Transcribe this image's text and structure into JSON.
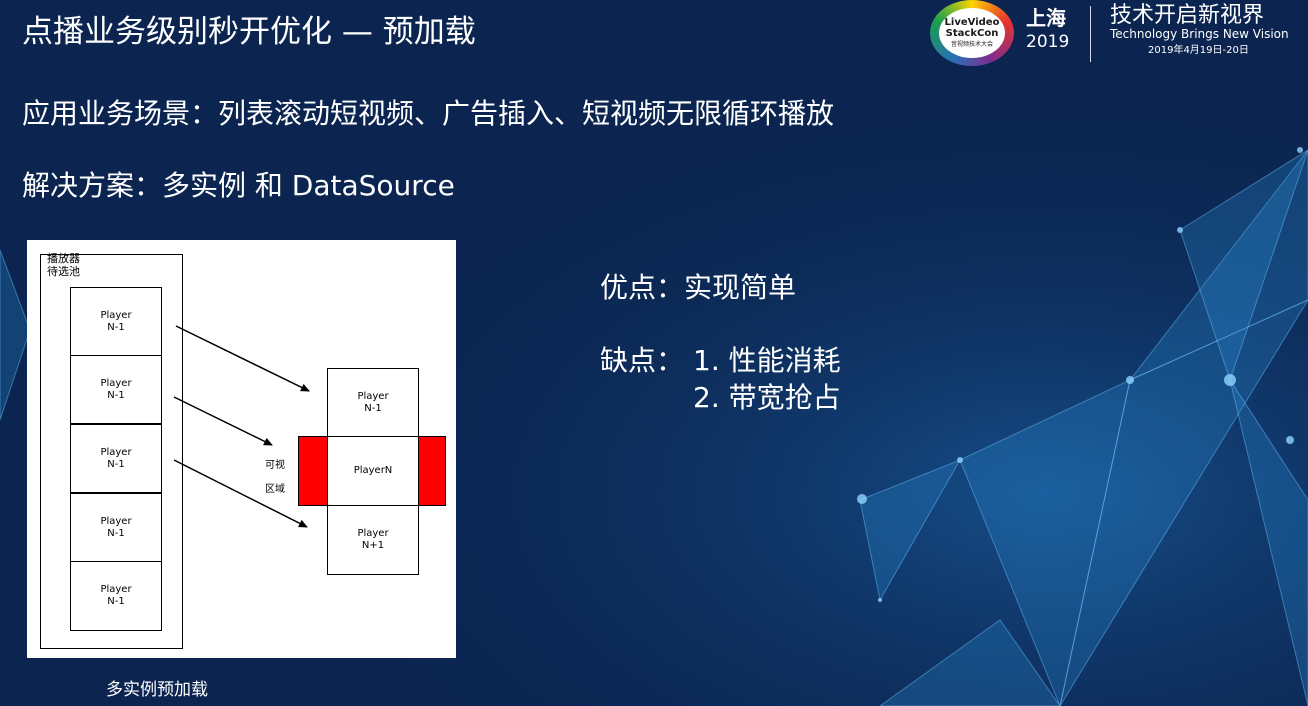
{
  "slide": {
    "title": "点播业务级别秒开优化 — 预加载",
    "scenario": "应用业务场景：列表滚动短视频、广告插入、短视频无限循环播放",
    "solution": "解决方案：多实例  和  DataSource"
  },
  "logo": {
    "line1": "LiveVideo",
    "line2": "StackCon",
    "line3": "音视频技术大会",
    "city": "上海",
    "year": "2019",
    "slogan_cn": "技术开启新视界",
    "slogan_en": "Technology Brings New Vision",
    "date": "2019年4月19日-20日"
  },
  "diagram": {
    "pool_label_1": "播放器",
    "pool_label_2": "待选池",
    "pool_players": [
      {
        "l1": "Player",
        "l2": "N-1"
      },
      {
        "l1": "Player",
        "l2": "N-1"
      },
      {
        "l1": "Player",
        "l2": "N-1"
      },
      {
        "l1": "Player",
        "l2": "N-1"
      },
      {
        "l1": "Player",
        "l2": "N-1"
      }
    ],
    "right_players": {
      "top": {
        "l1": "Player",
        "l2": "N-1"
      },
      "middle": "PlayerN",
      "bottom": {
        "l1": "Player",
        "l2": "N+1"
      }
    },
    "visible_area_1": "可视",
    "visible_area_2": "区域",
    "caption": "多实例预加载",
    "colors": {
      "highlight": "#ff0000"
    }
  },
  "points": {
    "pros": "优点：实现简单",
    "cons_label": "缺点：",
    "cons_1": "1.  性能消耗",
    "cons_2": "2.  带宽抢占"
  },
  "colors": {
    "background": "#0b2550",
    "text": "#ffffff"
  }
}
